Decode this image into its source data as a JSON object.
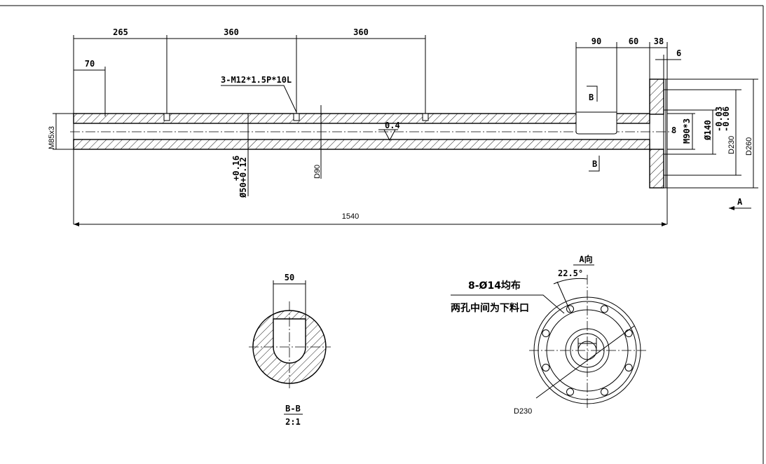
{
  "drawing": {
    "main_view": {
      "dims_top": [
        "265",
        "360",
        "360"
      ],
      "dim_70": "70",
      "thread_note": "3-M12*1.5P*10L",
      "thread_left": "M85x3",
      "bore_dia": "Ø50+0.12",
      "bore_tol_upper": "+0.16",
      "outer_dia": "D90",
      "roughness": "0.4",
      "total_length": "1540",
      "slot_dims": [
        "90",
        "60",
        "38"
      ],
      "dim_6": "6",
      "dim_8": "8",
      "thread_right": "M90*3",
      "dia_140": "Ø140",
      "dia_230": "D230",
      "dia_230_tol_upper": "-0.03",
      "dia_230_tol_lower": "-0.06",
      "dia_260": "D260",
      "section_mark": "B",
      "view_mark": "A"
    },
    "section_bb": {
      "dim_50": "50",
      "title": "B-B",
      "scale": "2:1"
    },
    "view_a": {
      "title": "A向",
      "angle": "22.5°",
      "holes_note": "8-Ø14均布",
      "holes_note_2": "两孔中间为下料口",
      "pcd": "D230"
    }
  }
}
